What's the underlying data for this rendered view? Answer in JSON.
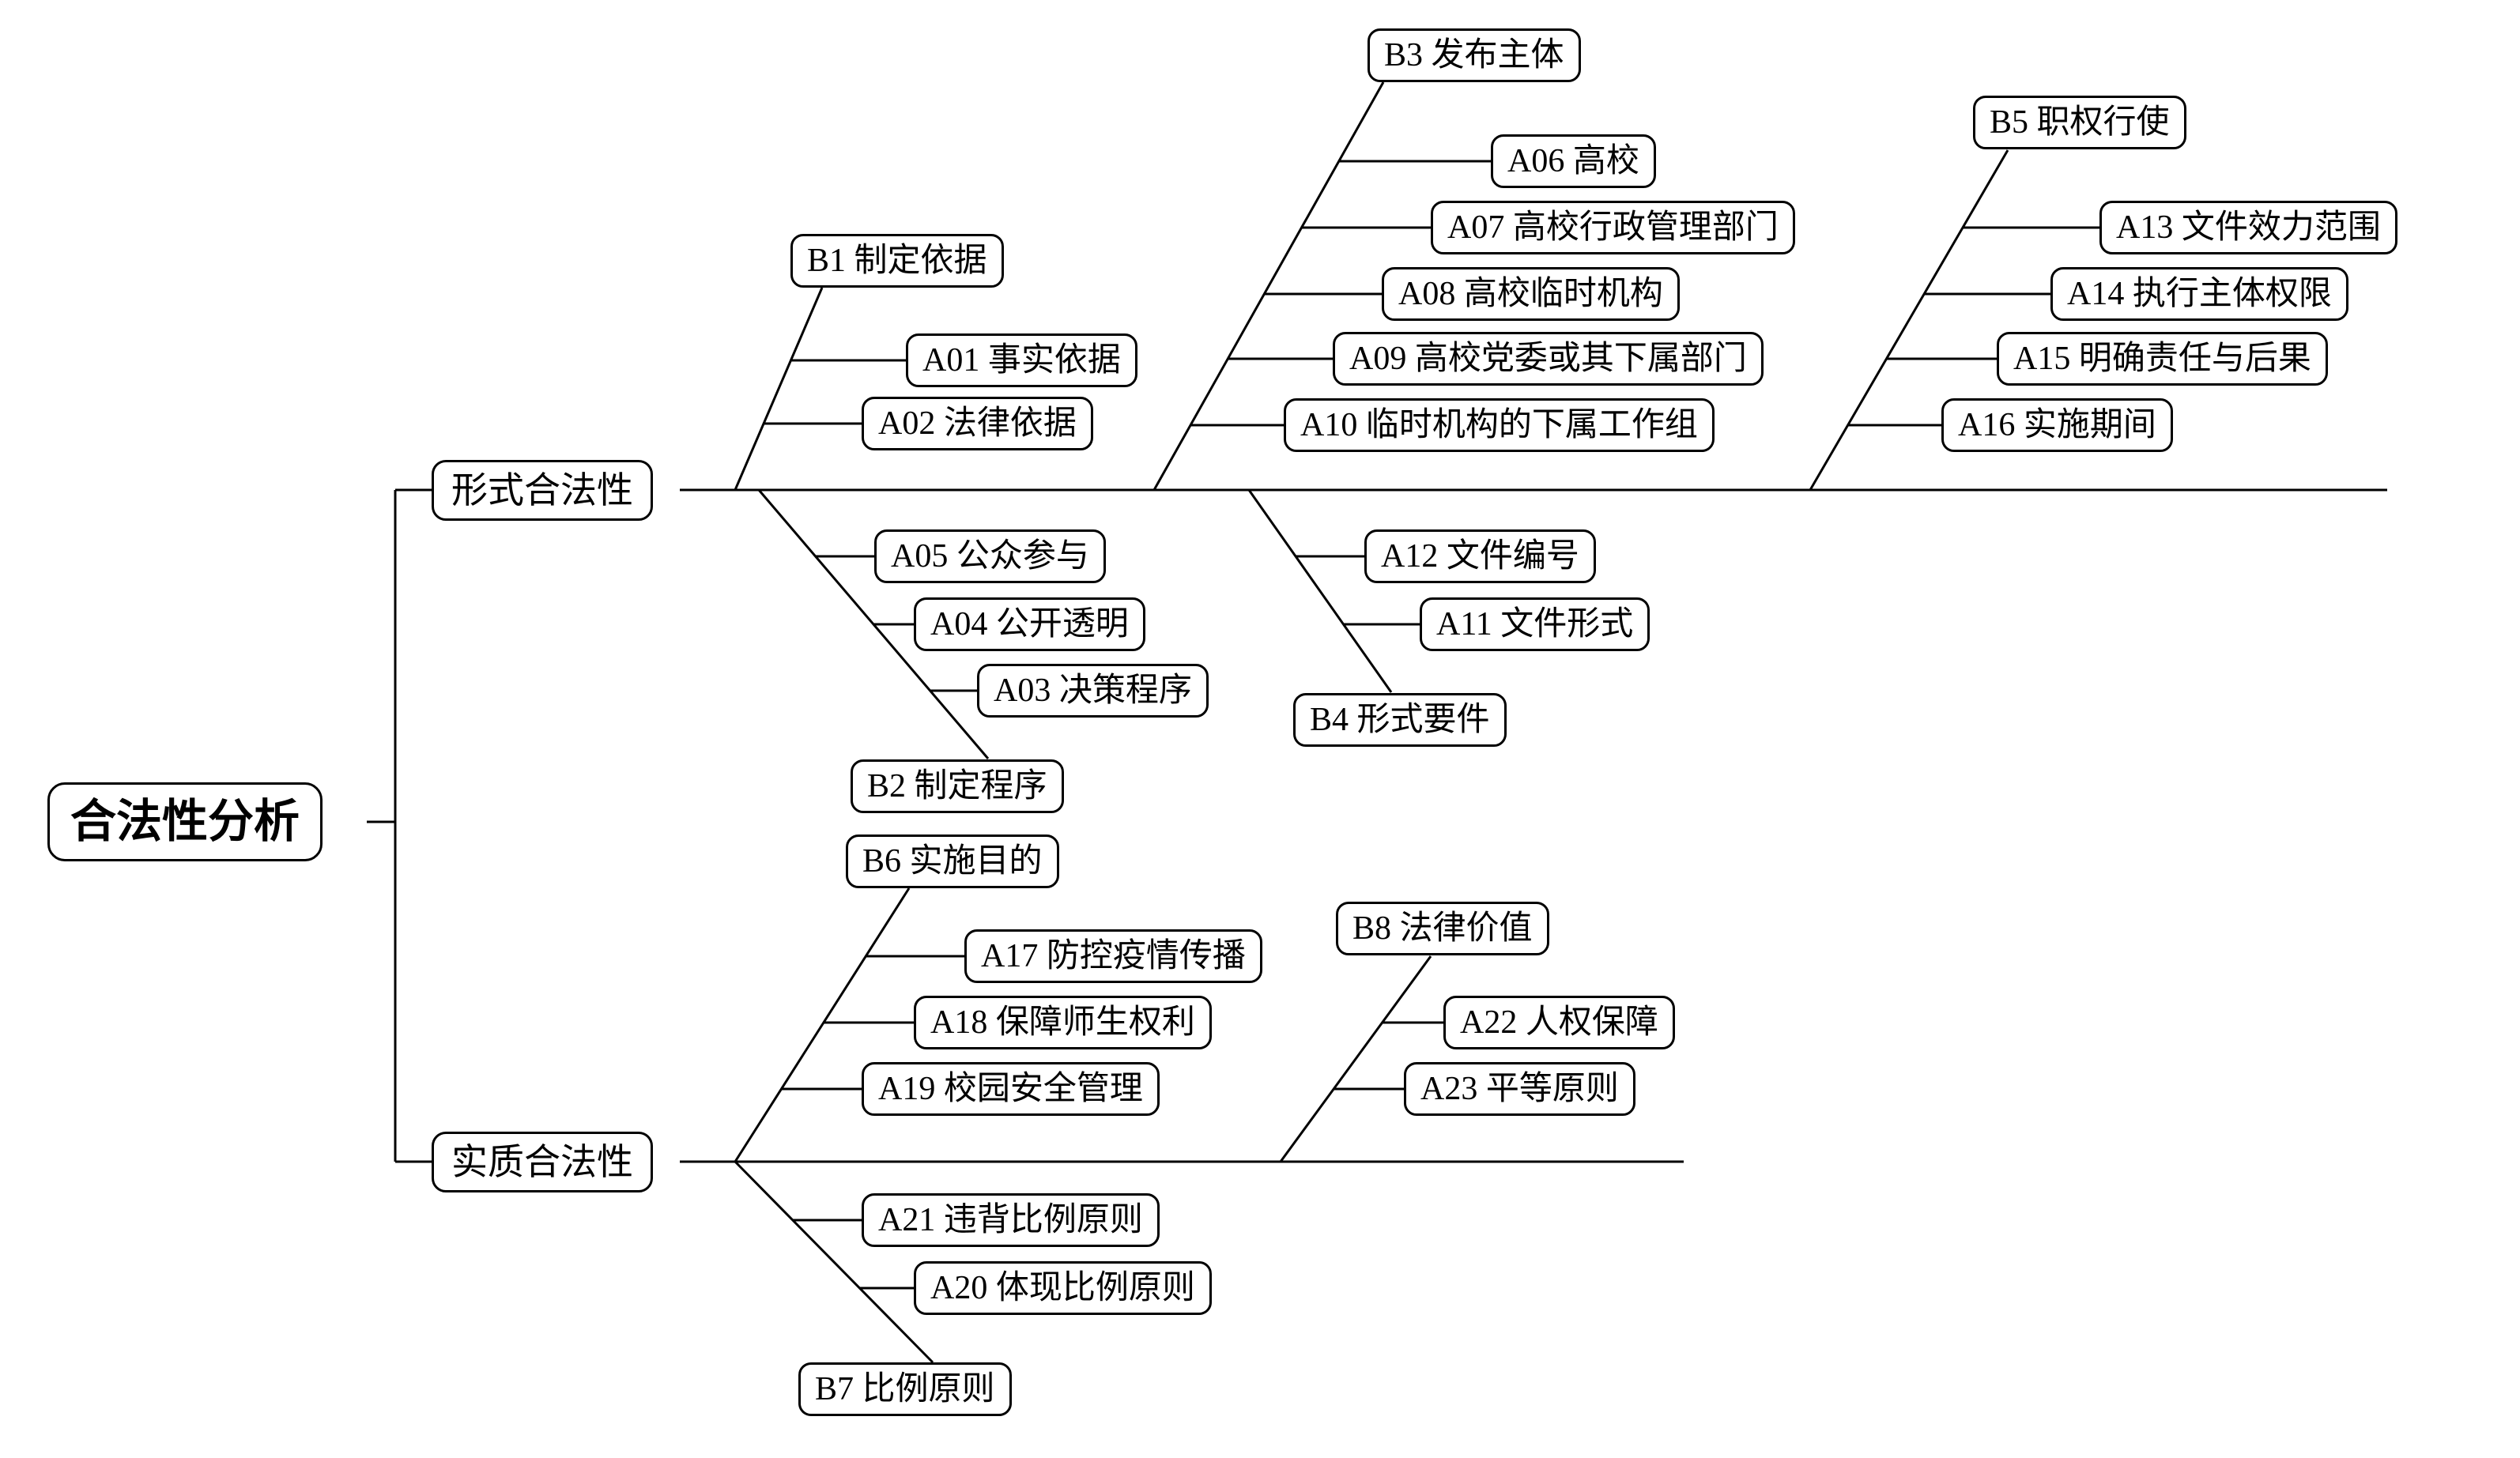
{
  "root": {
    "label": "合法性分析"
  },
  "formal": {
    "label": "形式合法性",
    "b1": {
      "label": "B1 制定依据",
      "items": {
        "a01": "A01 事实依据",
        "a02": "A02 法律依据"
      }
    },
    "b2": {
      "label": "B2 制定程序",
      "items": {
        "a03": "A03 决策程序",
        "a04": "A04 公开透明",
        "a05": "A05 公众参与"
      }
    },
    "b3": {
      "label": "B3 发布主体",
      "items": {
        "a06": "A06 高校",
        "a07": "A07 高校行政管理部门",
        "a08": "A08 高校临时机构",
        "a09": "A09 高校党委或其下属部门",
        "a10": "A10 临时机构的下属工作组"
      }
    },
    "b4": {
      "label": "B4 形式要件",
      "items": {
        "a11": "A11 文件形式",
        "a12": "A12 文件编号"
      }
    },
    "b5": {
      "label": "B5 职权行使",
      "items": {
        "a13": "A13 文件效力范围",
        "a14": "A14 执行主体权限",
        "a15": "A15 明确责任与后果",
        "a16": "A16 实施期间"
      }
    }
  },
  "substantive": {
    "label": "实质合法性",
    "b6": {
      "label": "B6 实施目的",
      "items": {
        "a17": "A17 防控疫情传播",
        "a18": "A18 保障师生权利",
        "a19": "A19 校园安全管理"
      }
    },
    "b7": {
      "label": "B7 比例原则",
      "items": {
        "a20": "A20 体现比例原则",
        "a21": "A21 违背比例原则"
      }
    },
    "b8": {
      "label": "B8 法律价值",
      "items": {
        "a22": "A22 人权保障",
        "a23": "A23 平等原则"
      }
    }
  }
}
